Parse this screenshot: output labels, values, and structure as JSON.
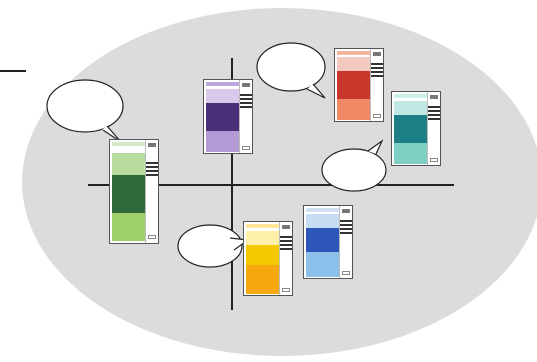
{
  "diagram": {
    "colors": {
      "background": "#ffffff",
      "ellipse": "#dcdcdf",
      "axis": "#222222",
      "bubble_fill": "#ffffff",
      "bubble_stroke": "#222222"
    },
    "cards": [
      {
        "id": "green",
        "light": "#b8dca0",
        "mid": "#2f6b3a",
        "low": "#9fd06a",
        "top": "#d6e9c6"
      },
      {
        "id": "purple",
        "light": "#d9c9ea",
        "mid": "#4a2f7a",
        "low": "#b49ad4",
        "top": "#bda6e0"
      },
      {
        "id": "red",
        "light": "#f3c9c0",
        "mid": "#c8352a",
        "low": "#f08a66",
        "top": "#f5b39e"
      },
      {
        "id": "teal",
        "light": "#bfe7e3",
        "mid": "#1c7f86",
        "low": "#7fd0c4",
        "top": "#cdeee9"
      },
      {
        "id": "yellow",
        "light": "#fff0a8",
        "mid": "#f5c800",
        "low": "#f5a80f",
        "top": "#ffe69a"
      },
      {
        "id": "blue",
        "light": "#c6dcf2",
        "mid": "#2c57b8",
        "low": "#8bc0ea",
        "top": "#cfe0f5"
      }
    ],
    "bubbles": [
      {
        "id": "bubble-left"
      },
      {
        "id": "bubble-top"
      },
      {
        "id": "bubble-right"
      },
      {
        "id": "bubble-bottom"
      }
    ]
  }
}
